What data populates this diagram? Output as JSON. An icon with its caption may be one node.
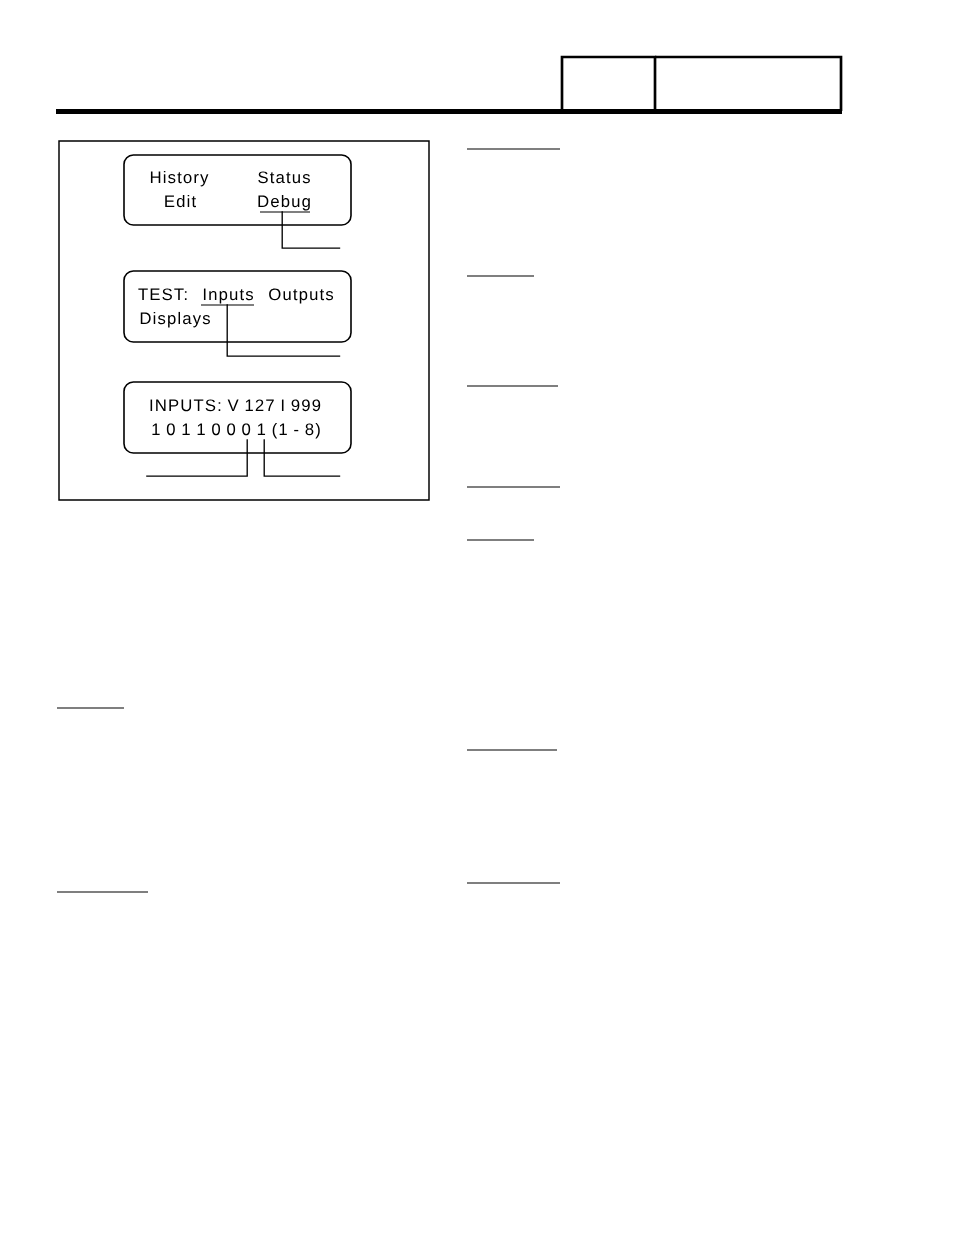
{
  "diagram": {
    "nodes": [
      {
        "text": [
          "History",
          "Status",
          "Edit",
          "Debug"
        ]
      },
      {
        "text": [
          "TEST:",
          "Inputs",
          "Outputs",
          "Displays"
        ]
      },
      {
        "text": [
          "INPUTS: V 127 I 999",
          "1 0 1 1 0 0 0 1 (1 - 8)"
        ]
      }
    ],
    "edges": [
      {
        "from": null,
        "to": 0,
        "arrow": "none"
      },
      {
        "from": null,
        "to": 1,
        "arrow": "none"
      },
      {
        "from": null,
        "to": 2,
        "arrow": "none"
      },
      {
        "from": null,
        "to": 2,
        "arrow": "none"
      }
    ]
  }
}
